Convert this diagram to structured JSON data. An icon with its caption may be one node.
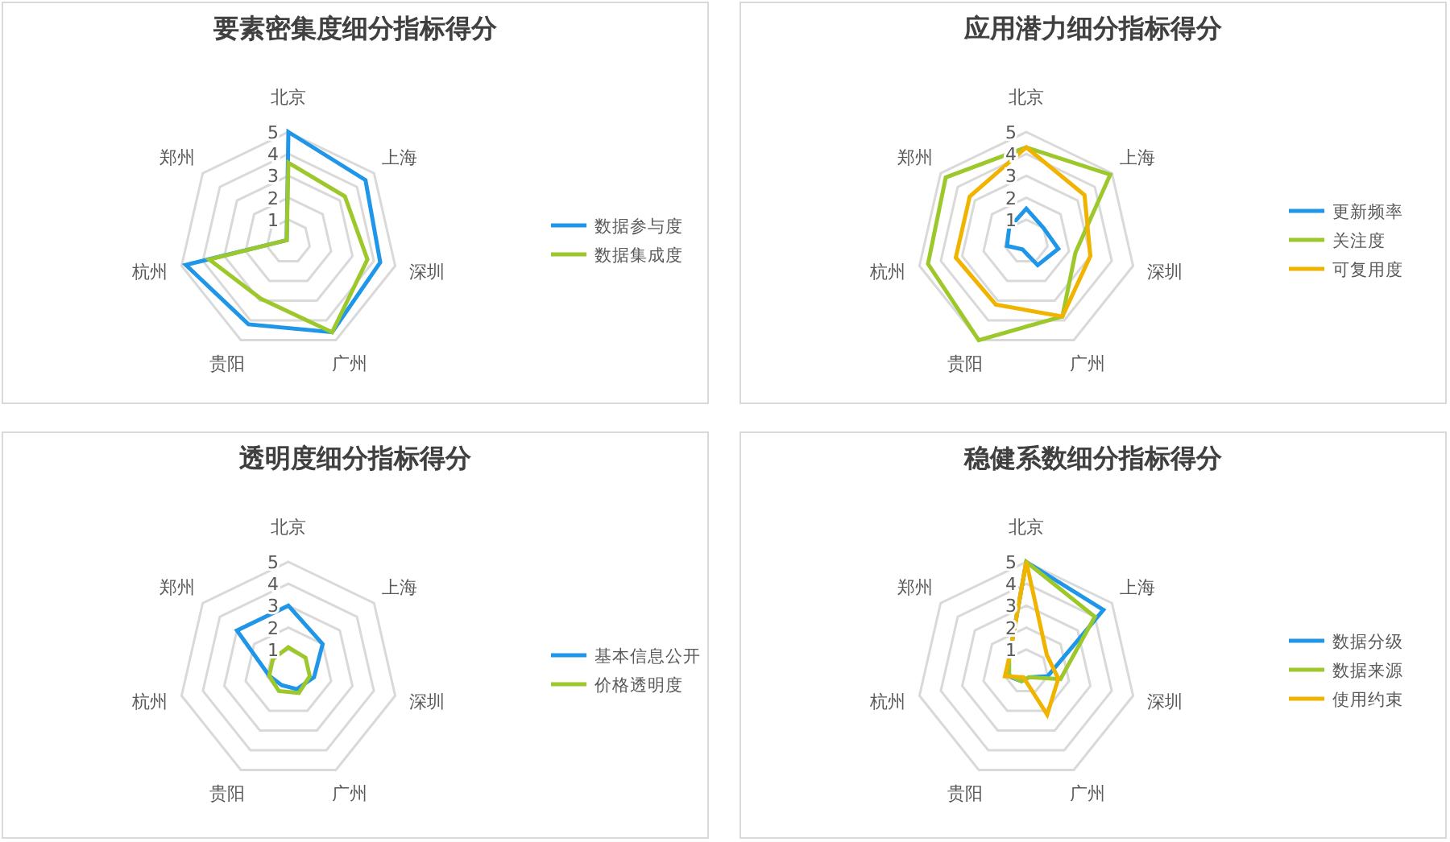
{
  "diagram": {
    "chart_data": [
      {
        "type": "radar",
        "legend": true,
        "title": "要素密集度细分指标得分",
        "categories": [
          "北京",
          "上海",
          "深圳",
          "广州",
          "贵阳",
          "杭州",
          "郑州"
        ],
        "ylim": [
          0,
          5
        ],
        "yticks": [
          1,
          2,
          3,
          4,
          5
        ],
        "series": [
          {
            "name": "数据参与度",
            "color": "#1f96e8",
            "values": [
              5,
              4.5,
              4.3,
              4.6,
              4.2,
              4.8,
              0.1
            ]
          },
          {
            "name": "数据集成度",
            "color": "#9dc82c",
            "values": [
              3.6,
              3.3,
              3.7,
              4.6,
              2.9,
              3.7,
              0.1
            ]
          }
        ]
      },
      {
        "type": "radar",
        "legend": true,
        "title": "应用潜力细分指标得分",
        "categories": [
          "北京",
          "上海",
          "深圳",
          "广州",
          "贵阳",
          "杭州",
          "郑州"
        ],
        "ylim": [
          0,
          5
        ],
        "yticks": [
          1,
          2,
          3,
          4,
          5
        ],
        "series": [
          {
            "name": "更新频率",
            "color": "#1f96e8",
            "values": [
              1.5,
              1.0,
              1.5,
              1.2,
              0.4,
              0.9,
              1.0
            ]
          },
          {
            "name": "关注度",
            "color": "#9dc82c",
            "values": [
              4.3,
              4.9,
              2.3,
              3.8,
              5.0,
              4.6,
              4.7
            ]
          },
          {
            "name": "可复用度",
            "color": "#f0b400",
            "values": [
              4.3,
              3.4,
              3.0,
              3.8,
              3.2,
              3.3,
              3.3
            ]
          }
        ]
      },
      {
        "type": "radar",
        "legend": true,
        "title": "透明度细分指标得分",
        "categories": [
          "北京",
          "上海",
          "深圳",
          "广州",
          "贵阳",
          "杭州",
          "郑州"
        ],
        "ylim": [
          0,
          5
        ],
        "yticks": [
          1,
          2,
          3,
          4,
          5
        ],
        "series": [
          {
            "name": "基本信息公开",
            "color": "#1f96e8",
            "values": [
              3.0,
              2.0,
              1.2,
              0.9,
              0.7,
              0.9,
              3.0
            ]
          },
          {
            "name": "价格透明度",
            "color": "#9dc82c",
            "values": [
              1.1,
              1.0,
              1.0,
              1.1,
              1.0,
              0.9,
              0.9
            ]
          }
        ]
      },
      {
        "type": "radar",
        "legend": true,
        "title": "稳健系数细分指标得分",
        "categories": [
          "北京",
          "上海",
          "深圳",
          "广州",
          "贵阳",
          "杭州",
          "郑州"
        ],
        "ylim": [
          0,
          5
        ],
        "yticks": [
          1,
          2,
          3,
          4,
          5
        ],
        "series": [
          {
            "name": "数据分级",
            "color": "#1f96e8",
            "values": [
              5,
              4.5,
              1.0,
              0.3,
              0.5,
              0.9,
              1.0
            ]
          },
          {
            "name": "数据来源",
            "color": "#9dc82c",
            "values": [
              5,
              4.0,
              1.6,
              0.3,
              0.5,
              0.8,
              1.0
            ]
          },
          {
            "name": "使用约束",
            "color": "#f0b400",
            "values": [
              5,
              1.2,
              1.5,
              2.2,
              0.3,
              1.0,
              1.0
            ]
          }
        ]
      }
    ]
  }
}
